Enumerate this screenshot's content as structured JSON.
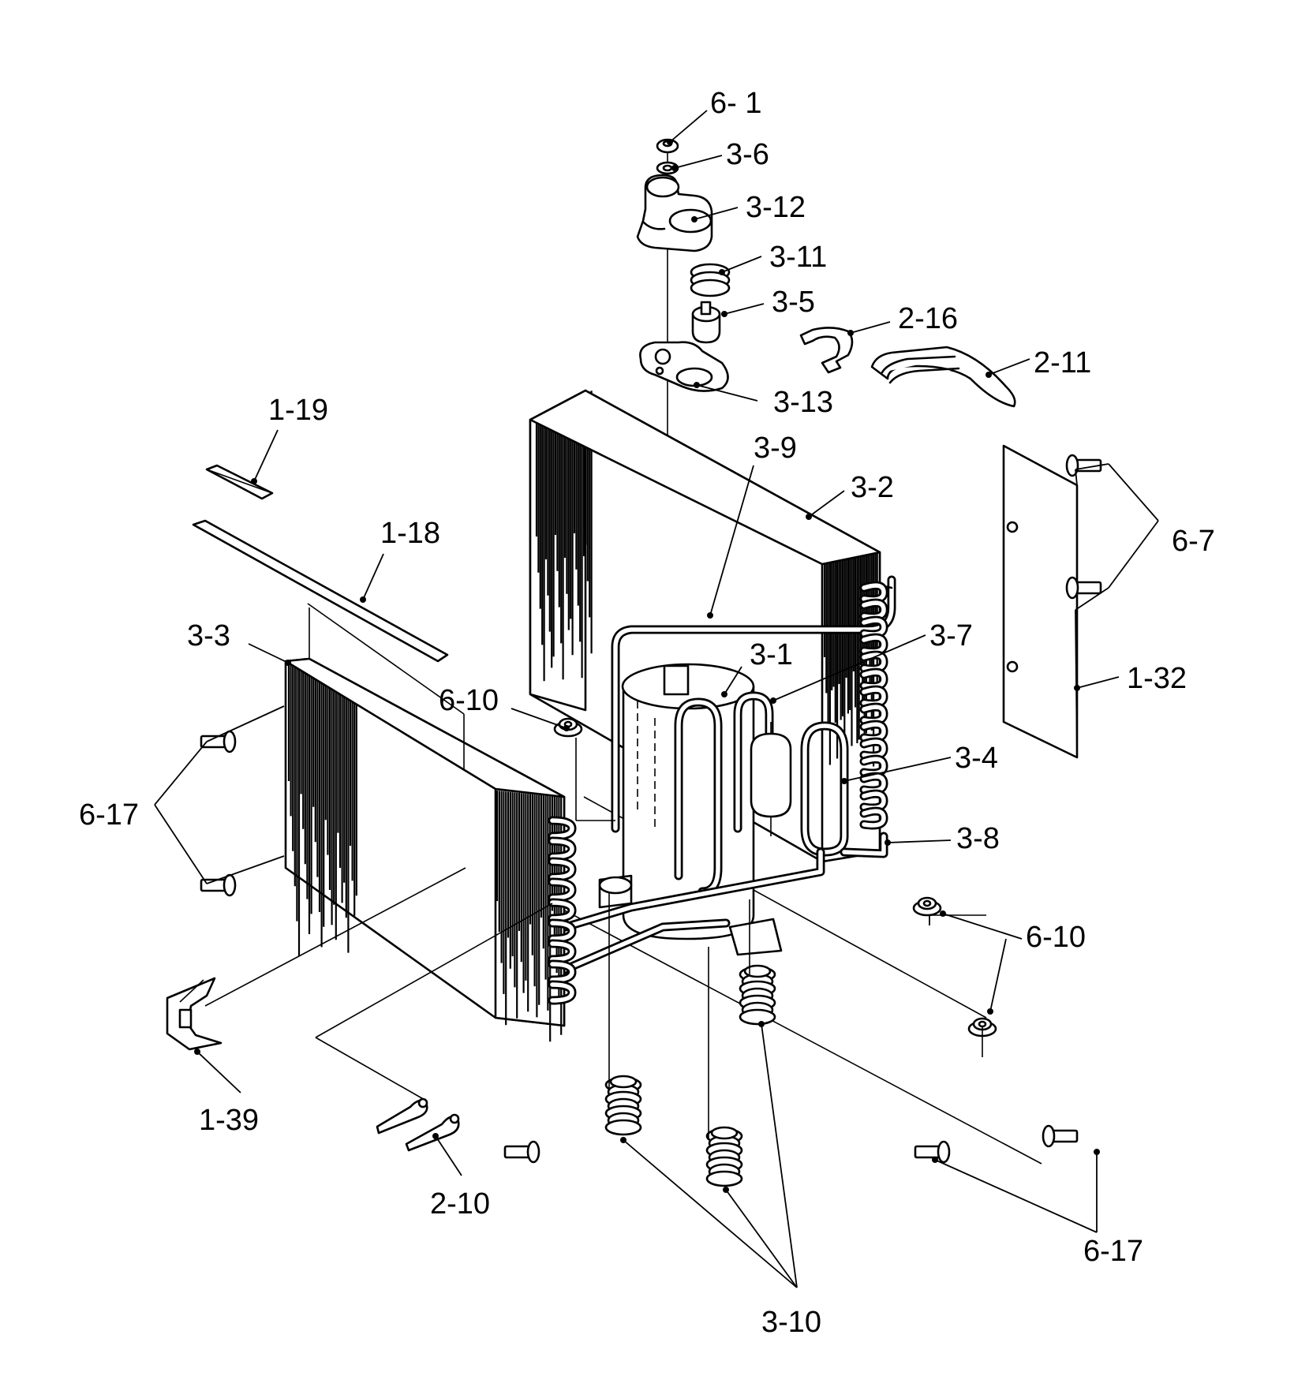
{
  "labels": {
    "p6_1": "6- 1",
    "p3_6": "3-6",
    "p3_12": "3-12",
    "p3_11": "3-11",
    "p3_5": "3-5",
    "p2_16": "2-16",
    "p2_11": "2-11",
    "p3_13": "3-13",
    "p1_19": "1-19",
    "p3_9": "3-9",
    "p3_2": "3-2",
    "p6_7": "6-7",
    "p1_18": "1-18",
    "p3_3": "3-3",
    "p3_7": "3-7",
    "p3_1": "3-1",
    "p1_32": "1-32",
    "p6_10_left": "6-10",
    "p3_4": "3-4",
    "p6_17_left": "6-17",
    "p3_8": "3-8",
    "p6_10_right": "6-10",
    "p1_39": "1-39",
    "p2_10": "2-10",
    "p3_10": "3-10",
    "p6_17_right": "6-17"
  }
}
